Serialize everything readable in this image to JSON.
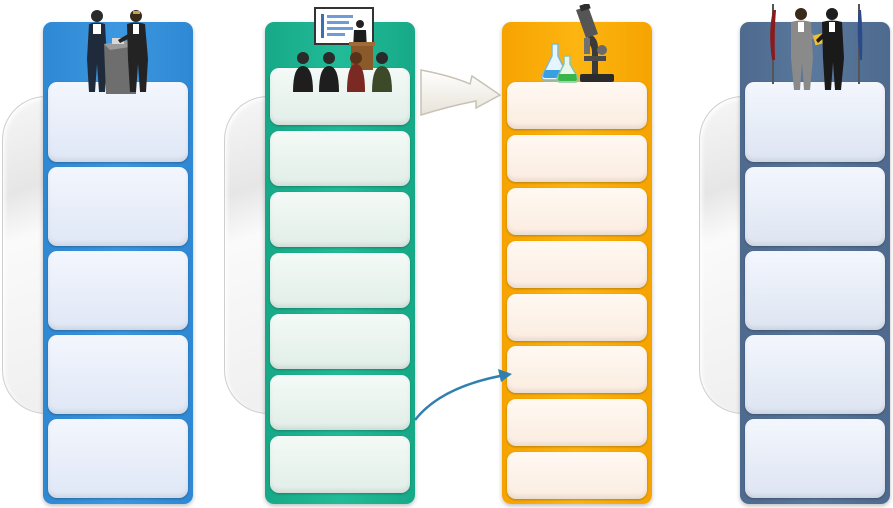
{
  "diagram": {
    "columns": [
      {
        "id": "column-1",
        "accent": "#3590da",
        "icon": "handshake-meeting-icon",
        "slot_count": 5
      },
      {
        "id": "column-2",
        "accent": "#1db391",
        "icon": "presentation-audience-icon",
        "slot_count": 7
      },
      {
        "id": "column-3",
        "accent": "#fbae0b",
        "icon": "microscope-lab-icon",
        "slot_count": 8
      },
      {
        "id": "column-4",
        "accent": "#55729a",
        "icon": "business-handshake-icon",
        "slot_count": 5
      }
    ],
    "connectors": [
      {
        "from": "column-2",
        "to": "column-3",
        "icon": "block-arrow-icon"
      },
      {
        "from": "column-2",
        "to": "column-3",
        "icon": "curved-arrow-icon",
        "color": "#2f7fb0"
      }
    ]
  }
}
